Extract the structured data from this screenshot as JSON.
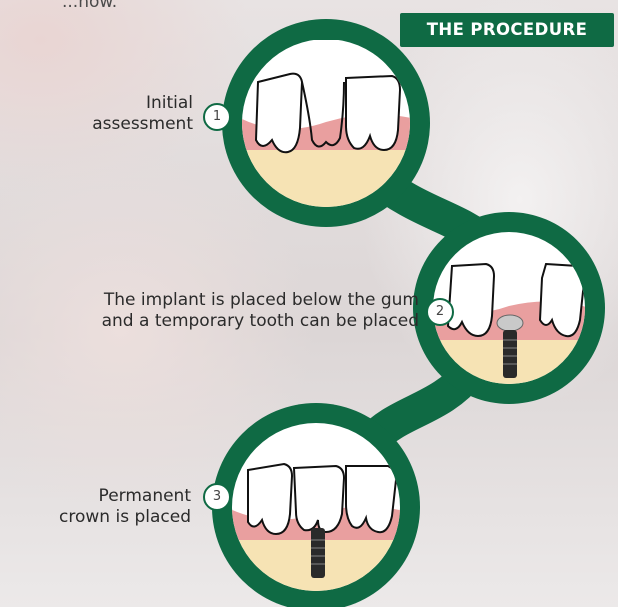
{
  "partial_caption": "...now.",
  "header": "THE PROCEDURE",
  "steps": [
    {
      "number": "1",
      "label_line1": "Initial",
      "label_line2": "assessment"
    },
    {
      "number": "2",
      "label_line1": "The implant is placed below the gum",
      "label_line2": "and a temporary tooth can be placed"
    },
    {
      "number": "3",
      "label_line1": "Permanent",
      "label_line2": "crown is placed"
    }
  ],
  "colors": {
    "green": "#0f6a44",
    "gum": "#e99f9f",
    "bone": "#f6e3b4"
  }
}
